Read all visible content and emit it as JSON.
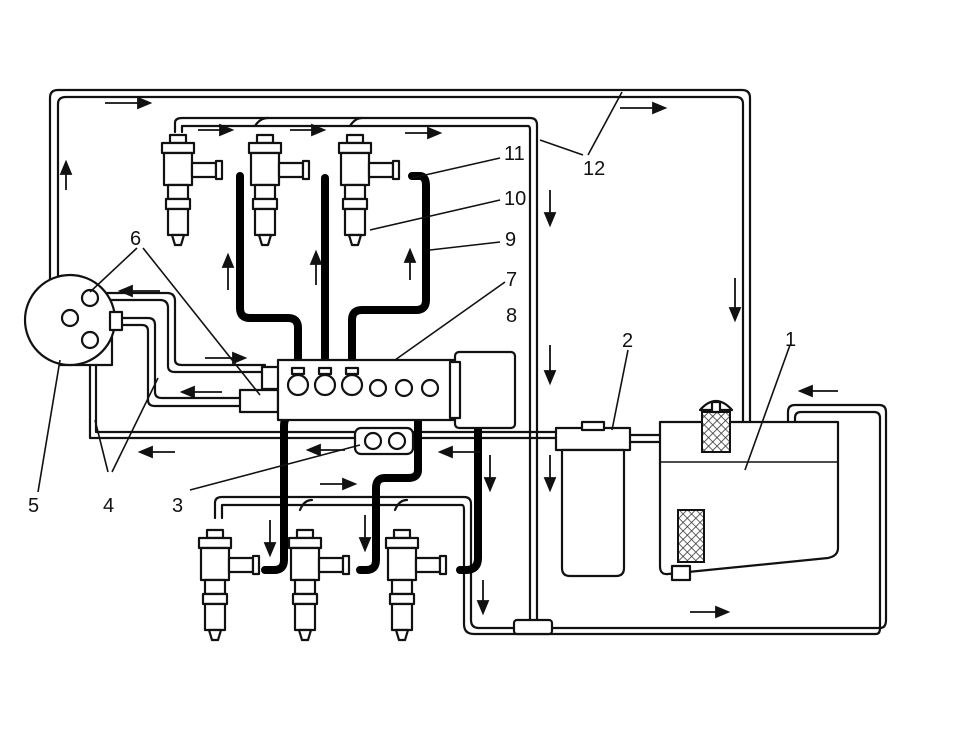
{
  "labels": [
    "1",
    "2",
    "3",
    "4",
    "5",
    "6",
    "7",
    "8",
    "9",
    "10",
    "11",
    "12"
  ],
  "colors": {
    "line": "#111111",
    "background": "#ffffff",
    "mesh": "#333333"
  }
}
